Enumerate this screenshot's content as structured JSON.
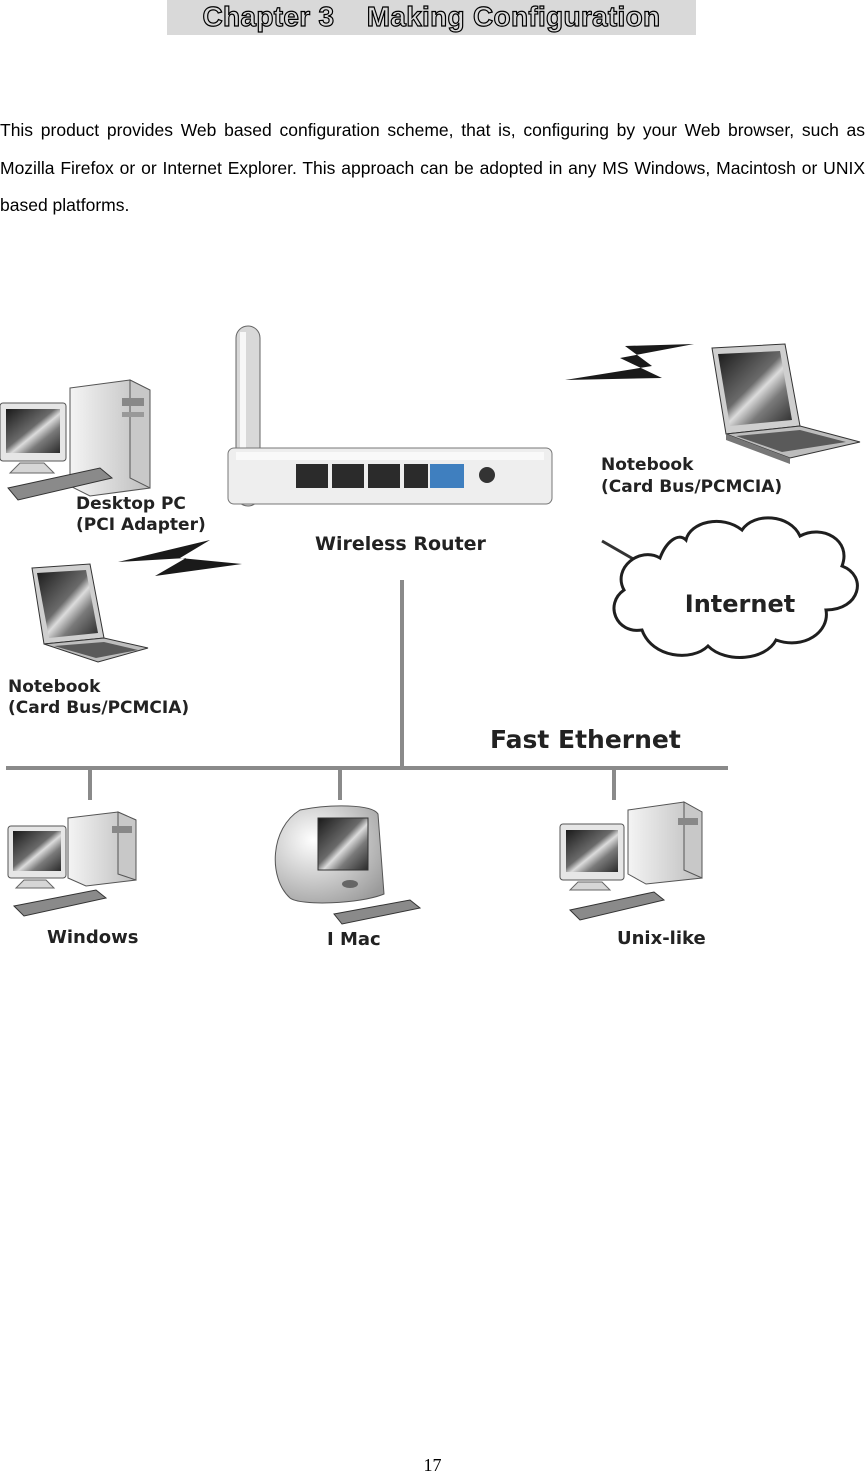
{
  "chapter": {
    "title": "Chapter 3    Making Configuration"
  },
  "intro": {
    "text": "This product provides Web based configuration scheme, that is, configuring by your Web browser, such as Mozilla Firefox or or Internet Explorer. This approach can be adopted in any MS Windows, Macintosh or UNIX based platforms."
  },
  "diagram": {
    "desktop_pc": {
      "line1": "Desktop PC",
      "line2": "(PCI Adapter)"
    },
    "router": {
      "label": "Wireless  Router"
    },
    "notebook_right": {
      "line1": "Notebook",
      "line2": "(Card Bus/PCMCIA)"
    },
    "notebook_left": {
      "line1": "Notebook",
      "line2": "(Card Bus/PCMCIA)"
    },
    "internet": {
      "label": "Internet"
    },
    "ethernet": {
      "label": "Fast Ethernet"
    },
    "windows": {
      "label": "Windows"
    },
    "imac": {
      "label": "I Mac"
    },
    "unix": {
      "label": "Unix-like"
    }
  },
  "footer": {
    "page_number": "17"
  }
}
